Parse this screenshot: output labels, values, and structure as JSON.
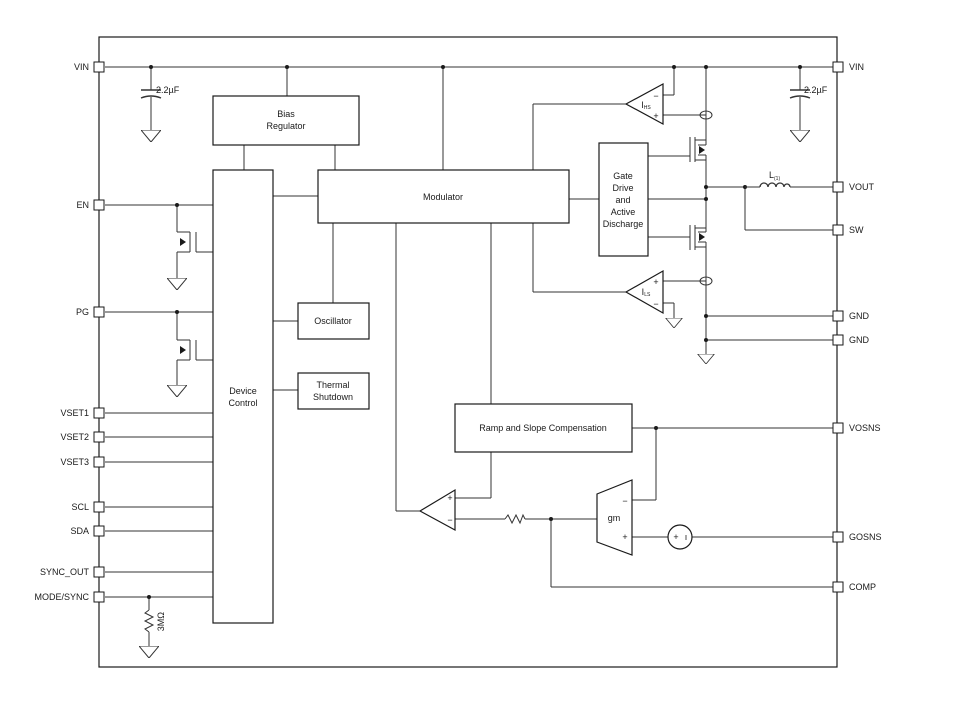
{
  "pins_left": [
    {
      "id": "vin_l",
      "label": "VIN"
    },
    {
      "id": "en",
      "label": "EN"
    },
    {
      "id": "pg",
      "label": "PG"
    },
    {
      "id": "vset1",
      "label": "VSET1"
    },
    {
      "id": "vset2",
      "label": "VSET2"
    },
    {
      "id": "vset3",
      "label": "VSET3"
    },
    {
      "id": "scl",
      "label": "SCL"
    },
    {
      "id": "sda",
      "label": "SDA"
    },
    {
      "id": "sync_out",
      "label": "SYNC_OUT"
    },
    {
      "id": "mode_sync",
      "label": "MODE/SYNC"
    }
  ],
  "pins_right": [
    {
      "id": "vin_r",
      "label": "VIN"
    },
    {
      "id": "vout",
      "label": "VOUT"
    },
    {
      "id": "sw",
      "label": "SW"
    },
    {
      "id": "gnd1",
      "label": "GND"
    },
    {
      "id": "gnd2",
      "label": "GND"
    },
    {
      "id": "vosns",
      "label": "VOSNS"
    },
    {
      "id": "gosns",
      "label": "GOSNS"
    },
    {
      "id": "comp",
      "label": "COMP"
    }
  ],
  "blocks": {
    "bias": [
      "Bias",
      "Regulator"
    ],
    "modulator": "Modulator",
    "gate": [
      "Gate",
      "Drive",
      "and",
      "Active",
      "Discharge"
    ],
    "device": [
      "Device",
      "Control"
    ],
    "oscillator": "Oscillator",
    "thermal": [
      "Thermal",
      "Shutdown"
    ],
    "ramp": "Ramp and Slope Compensation"
  },
  "components": {
    "cap_left": "2.2µF",
    "cap_right": "2.2µF",
    "inductor_main": "L",
    "inductor_sub": "(1)",
    "resistor_mode": "3MΩ",
    "gm": "gm",
    "ihs_main": "I",
    "ihs_sub": "HS",
    "ils_main": "I",
    "ils_sub": "LS",
    "plus": "+",
    "minus": "−"
  }
}
